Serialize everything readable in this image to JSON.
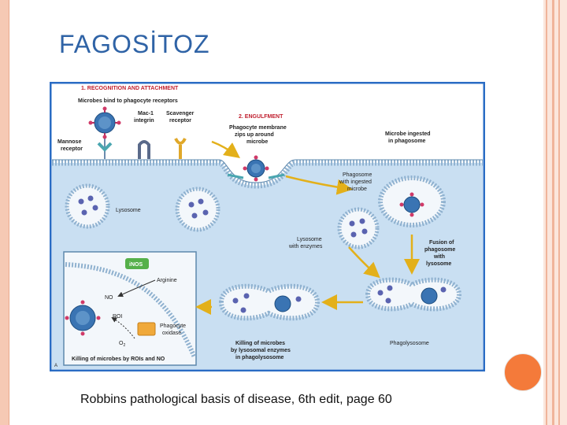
{
  "slide": {
    "title": "FAGOSİTOZ",
    "caption": "Robbins pathological basis of disease, 6th edit, page 60"
  },
  "diagram": {
    "step1_title": "1. RECOGNITION AND ATTACHMENT",
    "step1_sub": "Microbes bind to phagocyte receptors",
    "step2_title": "2. ENGULFMENT",
    "mac1_line1": "Mac-1",
    "mac1_line2": "integrin",
    "scavenger_line1": "Scavenger",
    "scavenger_line2": "receptor",
    "mannose_line1": "Mannose",
    "mannose_line2": "receptor",
    "phagocyte_membrane_line1": "Phagocyte membrane",
    "phagocyte_membrane_line2": "zips up around",
    "phagocyte_membrane_line3": "microbe",
    "microbe_ingested_line1": "Microbe ingested",
    "microbe_ingested_line2": "in phagosome",
    "phagosome_line1": "Phagosome",
    "phagosome_line2": "with ingested",
    "phagosome_line3": "microbe",
    "lysosome": "Lysosome",
    "lysosome_enzymes_line1": "Lysosome",
    "lysosome_enzymes_line2": "with enzymes",
    "fusion_line1": "Fusion of",
    "fusion_line2": "phagosome",
    "fusion_line3": "with",
    "fusion_line4": "lysosome",
    "inos": "iNOS",
    "arginine": "Arginine",
    "no": "NO",
    "roi": "ROI",
    "o2": "O",
    "o2_sub": "2",
    "phagocyte_oxidase_line1": "Phagocyte",
    "phagocyte_oxidase_line2": "oxidase",
    "killing_roi": "Killing of microbes by ROIs and NO",
    "killing_lyso_line1": "Killing of microbes",
    "killing_lyso_line2": "by lysosomal enzymes",
    "killing_lyso_line3": "in phagolysosome",
    "phagolysosome": "Phagolysosome",
    "panel_letter": "A"
  },
  "colors": {
    "title_blue": "#2f63a6",
    "frame_blue": "#2a6cc4",
    "cytoplasm": "#c9dff2",
    "membrane": "#8fb1cf",
    "vesicle_inner": "#f3f7fb",
    "label_red": "#c0202f",
    "arrow_yellow": "#e3b01a",
    "accent_orange": "#f47a3a"
  }
}
